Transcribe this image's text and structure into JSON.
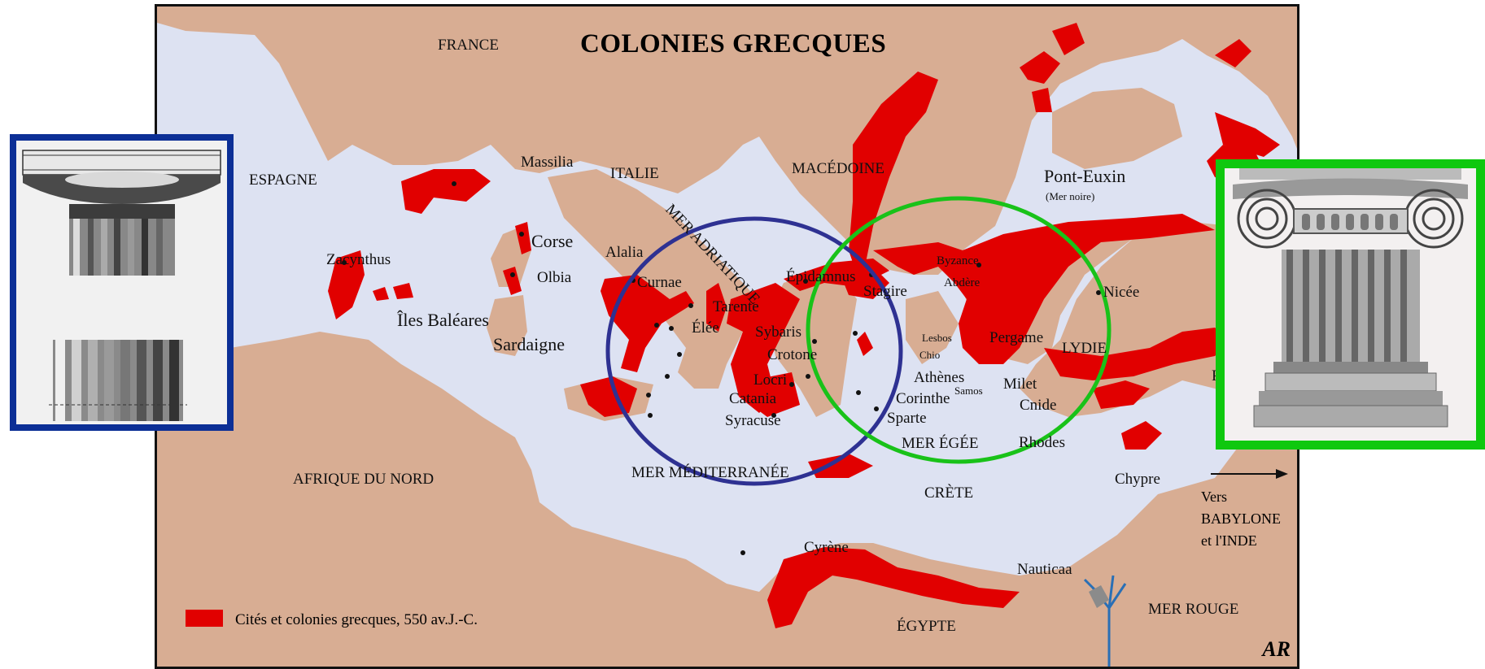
{
  "map": {
    "title": "COLONIES GRECQUES",
    "legend": {
      "text": "Cités et colonies grecques, 550 av.J.-C."
    },
    "signature": "AR",
    "vers": [
      "Vers",
      "BABYLONE",
      "et l'INDE"
    ],
    "colors": {
      "land": "#d8ad93",
      "sea": "#dde2f2",
      "colony": "#e10000",
      "river": "#2a6fb5",
      "italy_circle": "#2e3192",
      "greece_circle": "#19c219"
    },
    "labels": {
      "france": "FRANCE",
      "espagne": "ESPAGNE",
      "italie": "ITALIE",
      "macedoine": "MACÉDOINE",
      "pont_euxin": "Pont-Euxin",
      "mer_noire": "(Mer noire)",
      "massilia": "Massilia",
      "zacynthus": "Zacynthus",
      "corse": "Corse",
      "alalia": "Alalia",
      "olbia": "Olbia",
      "iles_baleares": "Îles Baléares",
      "sardaigne": "Sardaigne",
      "curnae": "Curnae",
      "tarente": "Tarente",
      "elee": "Élée",
      "sybaris": "Sybaris",
      "crotone": "Crotone",
      "locri": "Locri",
      "catania": "Catania",
      "syracuse": "Syracuse",
      "mer_adriatique": "MER ADRIATIQUE",
      "epidamnus": "Épidamnus",
      "stagire": "Stagire",
      "byzance": "Byzance",
      "abdere": "Abdère",
      "nicee": "Nicée",
      "lesbos": "Lesbos",
      "chio": "Chio",
      "pergame": "Pergame",
      "lydie": "LYDIE",
      "athenes": "Athènes",
      "corinthe": "Corinthe",
      "sparte": "Sparte",
      "samos": "Samos",
      "milet": "Milet",
      "cnide": "Cnide",
      "rhodes": "Rhodes",
      "mer_egee": "MER ÉGÉE",
      "crete": "CRÈTE",
      "chypre": "Chypre",
      "afrique_du_nord": "AFRIQUE DU NORD",
      "mer_mediterranee": "MER MÉDITERRANÉE",
      "cyrene": "Cyrène",
      "nauticaa": "Nauticaa",
      "mer_rouge": "MER ROUGE",
      "egypte": "ÉGYPTE",
      "p_fragment": "P"
    }
  },
  "doric_panel": {
    "border_color": "#0c2f96",
    "icon": "doric-column-icon"
  },
  "ionic_panel": {
    "border_color": "#0fc80f",
    "icon": "ionic-column-icon"
  }
}
